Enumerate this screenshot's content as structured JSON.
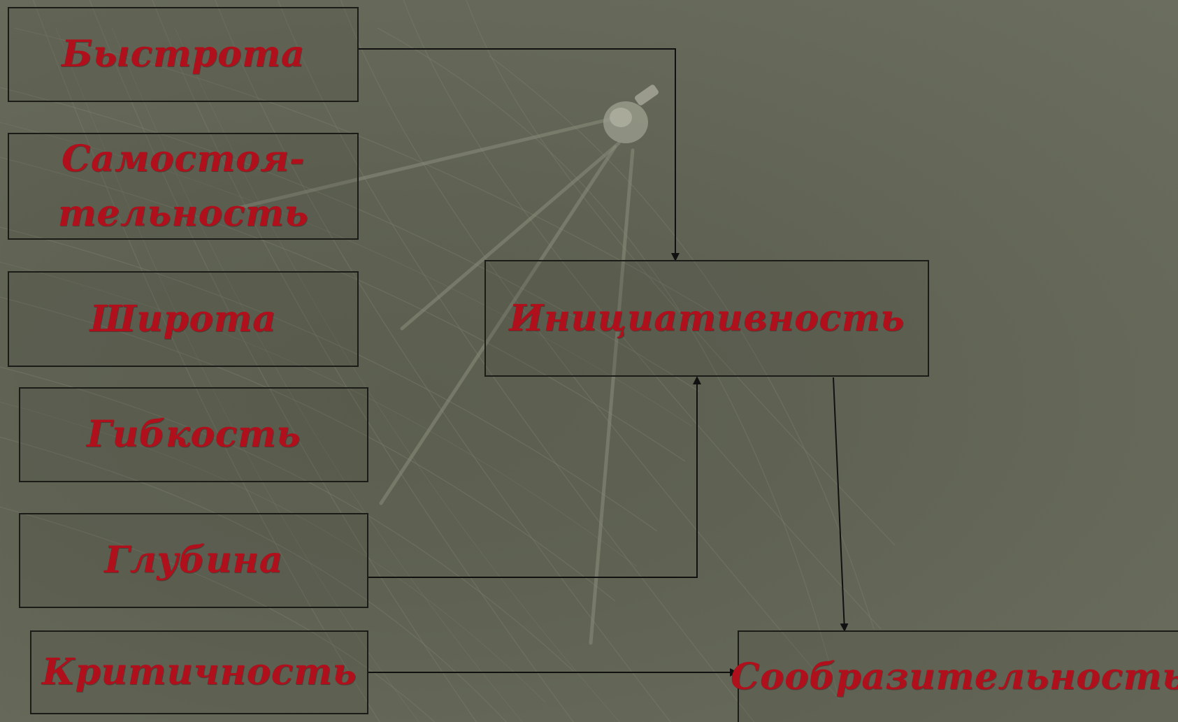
{
  "diagram": {
    "left_nodes": [
      {
        "id": "bystrota",
        "label": "Быстрота"
      },
      {
        "id": "samostoyatelnost",
        "label": "Самостоя-\nтельность"
      },
      {
        "id": "shirota",
        "label": "Широта"
      },
      {
        "id": "gibkost",
        "label": "Гибкость"
      },
      {
        "id": "glubina",
        "label": "Глубина"
      },
      {
        "id": "kritichnost",
        "label": "Критичность"
      }
    ],
    "center_node": {
      "id": "iniciativnost",
      "label": "Инициативность"
    },
    "right_node": {
      "id": "soobrazitelnost",
      "label": "Сообразительность"
    },
    "edges": [
      {
        "from": "bystrota",
        "to": "iniciativnost"
      },
      {
        "from": "glubina",
        "to": "iniciativnost"
      },
      {
        "from": "iniciativnost",
        "to": "soobrazitelnost"
      },
      {
        "from": "kritichnost",
        "to": "soobrazitelnost"
      }
    ],
    "colors": {
      "background": "#62655a",
      "label_text": "#b0101c",
      "box_border": "#1b1b17",
      "connector": "#111111"
    }
  }
}
